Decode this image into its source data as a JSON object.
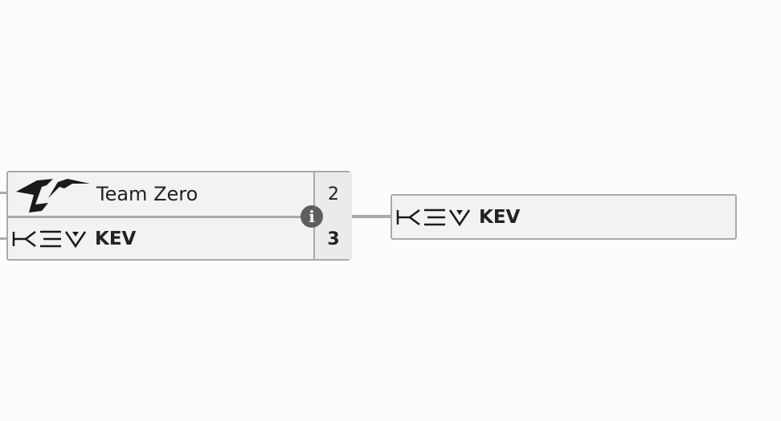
{
  "bracket": {
    "match": {
      "teams": [
        {
          "name": "Team Zero",
          "score": "2",
          "logo": "team-zero-logo",
          "winner": false
        },
        {
          "name": "KEV",
          "score": "3",
          "logo": "kev-logo",
          "winner": true
        }
      ],
      "info_icon": "info-icon"
    },
    "next_match": {
      "teams": [
        {
          "name": "KEV",
          "logo": "kev-logo"
        }
      ]
    }
  },
  "colors": {
    "background": "#fcfcfe",
    "connector": "#aaaaaa",
    "card": "#f2f2f2",
    "score_bg": "#ebebeb",
    "info_icon": "#5e5e5e"
  }
}
